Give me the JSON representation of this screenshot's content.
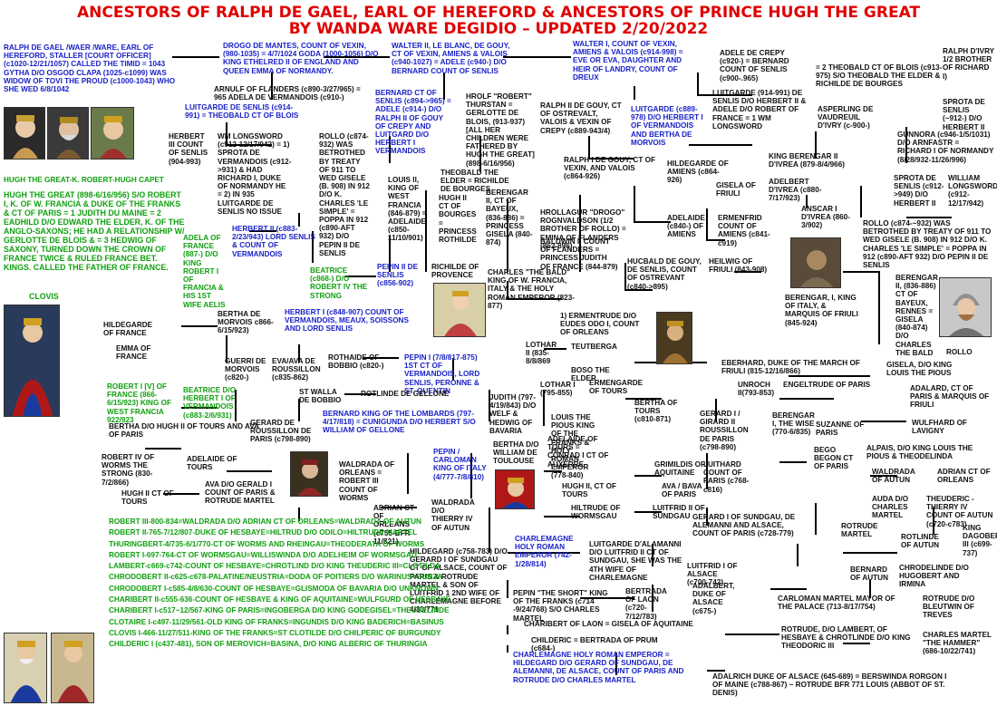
{
  "title": {
    "line1": "ANCESTORS OF RALPH DE GAEL, EARL OF HEREFORD & ANCESTORS OF PRINCE HUGH THE GREAT",
    "line2": "BY WANDA WARE DEGIDIO – UPDATED 2/20/2022"
  },
  "nodes": {
    "ralph_de_gael": "RALPH DE GAEL /WAER /WARE, EARL OF HEREFORD, STALLER [COURT OFFICER] (c1020-12/21/1057) CALLED THE TIMID = 1043 GYTHA D/O OSGOD CLAPA (1025-c1099) WAS WIDOW OF TOVI THE PROUD (c1000-1043) WHO SHE WED 6/8/1042",
    "drogo_de_mantes": "DROGO DE MANTES, COUNT OF VEXIN, (980-1035) = 4/7/1024 GODA (1000-1056) D/O KING ETHELRED II OF ENGLAND AND QUEEN EMMA OF NORMANDY.",
    "walter_ii": "WALTER II, LE BLANC, DE GOUY, CT OF VEXIN, AMIENS & VALOIS (c940-1027) = ADELE (c940-) D/O BERNARD COUNT OF SENLIS",
    "walter_i": "WALTER I, COUNT OF VEXIN, AMIENS & VALOIS (c914-998) = EVE OR EVA, DAUGHTER AND HEIR OF LANDRY, COUNT OF DREUX",
    "adele_de_crepy": "ADELE DE CREPY (c920-) = BERNARD COUNT OF SENLIS (c900-.965)",
    "ralph_divry": "RALPH D'IVRY 1/2 BROTHER OF RICHARD I)",
    "theobald_ct_blois": "= 2 THEOBALD CT OF BLOIS (c913-975) S/O THEOBALD THE ELDER & RICHILDE DE BOURGES",
    "arnulf_flanders": "ARNULF OF FLANDERS (c890-3/27/965) = 965 ADELA DE VERMANDOIS (c910-)",
    "luitgarde_senlis": "LUITGARDE DE SENLIS (c914-991) = THEOBALD CT OF BLOIS",
    "bernard_ct_senlis": "BERNARD CT OF SENLIS (c894->965) = ADELE (c914-) D/O RALPH II OF GOUY OF CREPY AND LUITGARD D/O HERBERT I VERMANDOIS",
    "hrolf_robert": "HROLF \"ROBERT\" THURSTAN = GERLOTTE DE BLOIS, (913-937) [ALL HER CHILDREN WERE FATHERED BY HUGH THE GREAT] (898-6/16/956)",
    "ralph_ii_gouy": "RALPH II DE GOUY, CT OF OSTREVALT, VALOIS & VEXIN OF CREPY (c889-943/4)",
    "luitgarde_889": "LUITGARDE (c889-978) D/O HERBERT I OF VERMANDOIS AND BERTHA DE MORVOIS",
    "luitgarde_914": "LUITGARDE (914-991) DE SENLIS D/O HERBERT II & ADELE D/O ROBERT OF FRANCE = 1 WM LONGSWORD",
    "asperling": "ASPERLING DE VAUDREUIL D'IVRY (c-900-)",
    "sprota_912": "SPROTA DE SENLIS (~912-) D/O HERBERT II",
    "herbert_iii": "HERBERT III COUNT OF SENLIS (904-993)",
    "wm_longsword": "WM LONGSWORD (c912-12/17/942) = 1) SPROTA DE VERMANDOIS (c912->931) & HAD RICHARD I, DUKE OF NORMANDY HE = 2) IN 935 LUITGARDE DE SENLIS NO ISSUE",
    "rollo_1": "ROLLO (c874-932) WAS BETROTHED BY TREATY OF 911 TO WED GISELE (B. 908) IN 912 D/O K. CHARLES 'LE SIMPLE' = POPPA IN 912 (c890-AFT 932) D/O PEPIN II DE SENLIS",
    "louis_ii": "LOUIS II, KING OF WEST FRANCIA (846-879) = ADELAIDE (c850-11/10/901)",
    "theobald_elder": "THEOBALD THE ELDER = RICHILDE DE BOURGES",
    "hugh_ct_bourges": "HUGH II CT OF BOURGES = PRINCESS ROTHILDE",
    "berengar_ii_bayeux": "BERENGAR II, CT OF BAYEUX, (836-886) = PRINCESS GISELA (840-874)",
    "ralph_i_gouy": "RALPH I DE GOUY, CT OF VEXIN, AND VALOIS (c864-926)",
    "hildegarde_amiens": "HILDEGARDE OF AMIENS (c864-926)",
    "gunnora": "GUNNORA (c946-1/5/1031) D/O ARNFASTR = RICHARD I OF NORMANDY (8/28/932-11/26/996)",
    "king_berengar_ii": "KING BERENGAR II D'IVREA (879-8/4/966)",
    "sprota_949": "SPROTA DE SENLIS (c912->949) D/O HERBERT II",
    "wm_longsword_2": "WILLIAM LONGSWORD (c912-12/17/942)",
    "gisela_friuli": "GISELA OF FRIULI",
    "adelbert_ivrea": "ADELBERT D'IVREA (c880-7/17/923)",
    "anscar": "ANSCAR I D'IVREA (860-3/902)",
    "rollo_2": "ROLLO (c874-~932) WAS BETROTHED BY TREATY OF 911 TO WED GISELE (B. 908) IN 912 D/O K. CHARLES 'LE SIMPLE' = POPPA IN 912 (c890-AFT 932) D/O PEPIN II DE SENLIS",
    "hrollaugr": "HROLLAGUR \"DROGO\" ROGNVALDSON (1/2 BROTHER OF ROLLO) = EMINA OF FLANDERS (862-896)",
    "adelaide_amiens": "ADELAIDE (c840-) OF AMIENS",
    "ermenfrid": "ERMENFRID COUNT OF AMIENS (c841-c919)",
    "hugh_great_caption": "HUGH THE GREAT-K. ROBERT-HUGH CAPET",
    "hugh_great_bio": "HUGH THE GREAT (898-6/16/956) S/O ROBERT I, K. OF W. FRANCIA & DUKE OF THE FRANKS & CT OF PARIS = 1 JUDITH DU MAINE = 2 EADHILD D/O EDWARD THE ELDER, K. OF THE ANGLO-SAXONS; HE HAD A RELATIONSHIP W/ GERLOTTE DE BLOIS & = 3 HEDWIG OF SAXONY, TURNED DOWN THE CROWN OF FRANCE TWICE & RULED FRANCE BET. KINGS. CALLED THE FATHER OF FRANCE.",
    "herbert_ii": "HERBERT II (c883-2/23/943) LORD SENLIS & COUNT OF VERMANDOIS",
    "adela_france": "ADELA OF FRANCE (887-) D/O KING ROBERT I OF FRANCIA & HIS 1ST WIFE AELIS",
    "baldwin_i": "BALDWIN I, COUNT OF FLANDERS = PRINCESS JUDITH OF FRANCE (844-879)",
    "richilde_provence": "RICHILDE OF PROVENCE",
    "charles_bald": "CHARLES \"THE BALD\" KING OF W. FRANCIA, ITALY & THE HOLY ROMAN EMPEROR (823-877)",
    "hucbald": "HUCBALD DE GOUY, DE SENLIS, COUNT OF OSTREVANT (c840->895)",
    "heilwig": "HEILWIG OF FRIULI (843-908)",
    "berengar_i": "BERENGAR, I, KING OF ITALY, & MARQUIS OF FRIULI (845-924)",
    "berengar_ii_b": "BERENGAR II, (836-886) CT OF BAYEUX, RENNES = GISELA (840-874) D/O CHARLES THE BALD",
    "clovis_label": "CLOVIS",
    "beatrice": "BEATRICE (c868-) D/O ROBERT IV THE STRONG",
    "pepin_ii_senlis": "PEPIN II DE SENLIS (c856-902)",
    "herbert_i": "HERBERT I (c848-907) COUNT OF VERMANDOIS, MEAUX, SOISSONS AND LORD SENLIS",
    "ermentrude": "1) ERMENTRUDE D/O EUDES ODO I, COUNT OF ORLEANS",
    "rollo_label": "ROLLO",
    "hildegarde_france": "HILDEGARDE OF FRANCE",
    "bertha_morvois": "BERTHA DE MORVOIS c866-6/15/923)",
    "emma_france": "EMMA OF FRANCE",
    "robert_i_france": "ROBERT I [V] OF FRANCE (866-6/15/923) KING OF WEST FRANCIA 922/923",
    "guerri": "GUERRI DE MORVOIS (c820-)",
    "eva_roussillon": "EVA/AVA DE ROUSSILLON (c835-862)",
    "rothaide": "ROTHAIDE OF BOBBIO (c820-)",
    "pepin_i": "PEPIN I (7/8/817-875) 1ST CT OF VERMANDOIS, LORD SENLIS, PERONNE & ST. QUENTIN",
    "lothar_ii": "LOTHAR II (835-8/8/869",
    "teutberga": "TEUTBERGA",
    "boso": "BOSO THE ELDER",
    "eberhard": "EBERHARD, DUKE OF THE MARCH OF FRIULI (815-12/16/866)",
    "gisela_louis": "GISELA, D/O KING LOUIS THE PIOUS",
    "beatrice_herbert": "BEATRICE D/O HERBERT I OF VERMANDOIS (c883-2/6/931)",
    "st_walla": "ST WALLA DE BOBBIO",
    "rotlinde_gellone": "ROTLINDE DE GELLONE",
    "lothar_i": "LOTHAR I (795-855)",
    "ermengarde_tours": "ERMENGARDE OF TOURS",
    "unroch": "UNROCH II(793-853)",
    "engeltrude": "ENGELTRUDE OF PARIS",
    "adalard": "ADALARD, CT OF PARIS & MARQUIS OF FRIULI",
    "bertha_hugh_ii": "BERTHA D/O HUGH II OF TOURS AND AVA OF PARIS",
    "gerard_roussillon": "GERARD DE ROUSSILLON DE PARIS (c798-890)",
    "bernard_lombards": "BERNARD KING OF THE LOMBARDS (797-4/17/818) = CUNIGUNDA D/O HERBERT S/O WILLIAM OF GELLONE",
    "judith": "JUDITH (797-4/19/843) D/O WELF & HEDWIG OF BAVARIA",
    "louis_pious": "LOUIS THE PIOUS KING OF THE FRANKS & HOLY ROMAN EMPEROR (778-840)",
    "bertha_tours": "BERTHA OF TOURS (c810-871)",
    "gerard_ii": "GERARD I / GIRARD II ROUSSILLON DE PARIS (c798-890)",
    "berengar_wise": "BERENGAR I, THE WISE (770-6/835)",
    "suzanne": "SUZANNE OF PARIS",
    "wulfhard": "WULFHARD OF LAVIGNY",
    "robert_iv": "ROBERT IV OF WORMS THE STRONG (830-7/2/866)",
    "adelaide_tours": "ADELAIDE OF TOURS",
    "waldrada_orleans": "WALDRADA OF ORLEANS = ROBERT III COUNT OF WORMS",
    "pepin_carloman": "PEPIN / CARLOMAN KING OF ITALY (4/777-7/8/810)",
    "bertha_toulouse": "BERTHA D/O WILLIAM DE TOULOUSE",
    "adelaide_tours_2": "ADELAIDE OF TOURS = CONRAD I CT OF AUXERRE",
    "grimildis": "GRIMILDIS OF AQUITAINE",
    "luithard": "LUITHARD COUNT OF PARIS (c768-c816)",
    "bego": "BEGO BEGON CT OF PARIS",
    "alpais": "ALPAIS, D/O KING LOUIS THE PIOUS & THEODELINDA",
    "waldrada_autun": "WALDRADA OF AUTUN",
    "adrian_orleans": "ADRIAN CT OF ORLEANS",
    "hugh_ii_tours": "HUGH II CT OF TOURS",
    "ava_gerald": "AVA D/O GERALD I COUNT OF PARIS & ROTRUDE MARTEL",
    "adrian_orleans_2": "ADRIAN CT OF ORLEANS (c755-BFR 11/821)",
    "waldrada_thierry": "WALDRADA D/O THIERRY IV OF AUTUN",
    "hugh_ii_tours_2": "HUGH II, CT OF TOURS",
    "ava_bava": "AVA / BAVA OF PARIS",
    "auda": "AUDA D/O CHARLES MARTEL",
    "theuderic": "THEUDERIC - THIERRY IV COUNT OF AUTUN (c720-c783)",
    "hiltrude": "HILTRUDE OF WORMSGAU",
    "luitfrid_ii": "LUITFRID II OF SUNDGAU",
    "gerard_sundgau": "GERARD I OF SUNDGAU, DE ALEMANNI AND ALSACE, COUNT OF PARIS (c728-779)",
    "rotrude": "ROTRUDE MARTEL",
    "rotlinde_autun": "ROTLINDE OF AUTUN",
    "king_dagobert": "KING DAGOBERT III (c699-737)",
    "charlemagne": "CHARLEMAGNE HOLY ROMAN EMPEROR (742-1/28/814)",
    "luitgarde_alamanni": "LUITGARDE D'ALAMANNI D/O LUITFRID II CT OF SUNDGAU, SHE WAS THE 4TH WIFE OF CHARLEMAGNE",
    "hildegard": "HILDEGARD (c758-783) D/O GERARD I OF SUNDGAU CT OF ALSACE, COUNT OF PARIS & ROTRUDE MARTEL & SON OF LUITFRID 1 2ND WIFE OF CHARLEMAGNE BEFORE 4/30/771",
    "luitfrid_i": "LUITFRID I OF ALSACE (c700-742)",
    "bernard_autun": "BERNARD OF AUTUN",
    "chrodelinde": "CHRODELINDE D/O HUGOBERT AND IRMINA",
    "pepin_short": "PEPIN \"THE SHORT\" KING OF THE FRANKS (c714 -9/24/768) S/O CHARLES MARTEL",
    "bertrada_laon": "BERTRADA OF LAON (c720-7/12/783)",
    "adalbert": "ADALBERT, DUKE OF ALSACE (c675-)",
    "carloman": "CARLOMAN MARTEL MAYOR OF THE PALACE (713-8/17/754)",
    "rotrude_bleutwin": "ROTRUDE D/O BLEUTWIN OF TREVES",
    "charibert_laon": "CHARIBERT OF LAON = GISELA OF AQUITAINE",
    "rotrude_lambert": "ROTRUDE, D/O LAMBERT, OF HESBAYE & CHROTLINDE D/O KING THEODORIC III",
    "charles_martel": "CHARLES MARTEL \"THE HAMMER\" (686-10/22/741)",
    "childeric_prum": "CHILDERIC = BERTRADA OF PRUM (c684-)",
    "charlemagne_2": "CHARLEMAGNE HOLY ROMAN EMPEROR = HILDEGARD D/O GERARD OF SUNDGAU, DE ALEMANNI, DE ALSACE, COUNT OF PARIS AND ROTRUDE D/O CHARLES MARTEL",
    "adalrich": "ADALRICH DUKE OF ALSACE (645-689) = BERSWINDA RORGON I OF MAINE (c788-867) ~ ROTRUDE BFR 771 LOUIS (ABBOT OF ST. DENIS)"
  },
  "green_list": [
    "ROBERT III-800-834=WALDRADA D/O ADRIAN CT OF ORLEANS=WALDRADA OF AUTUN",
    "ROBERT II-765-7/12/807-DUKE OF HESBAYE=HILTRUD D/O ODILO=HILTRUDE MARTEL",
    "THURINGBERT-4/735-6/1/770-CT OF WORMS AND RHEINGAU=THEODERATA OF WORMS",
    "ROBERT I-697-764-CT OF WORMSGAU=WILLISWINDA D/O ADELHEIM OF WORMSGAU",
    "LAMBERT-c669-c742-COUNT OF HESBAYE=CHROTLIND D/O KING THEUDERIC III=CLOTILDA",
    "CHRODOBERT II-c625-c678-PALATINE/NEUSTRIA=DODA OF POITIERS D/O WARINUS=GUNZA",
    "CHRODOBERT I-c585-4/8/630-COUNT OF HESBAYE=GLISMODA OF BAVARIA D/O UNKNOWN",
    "CHARIBERT II-c555-636-COUNT OF HESBAYE & KING OF AQUITAINE=WULFGURD OF HESBAYE",
    "CHARIBERT I-c517~12/567-KING OF PARIS=INGOBERGA D/O KING GODEGISEL=THEUDELINDE",
    "CLOTAIRE I-c497-11/29/561-OLD KING OF FRANKS=INGUNDIS D/O KING BADERICH=BASINUS",
    "CLOVIS I-466-11/27/511-KING OF THE FRANKS=ST CLOTILDE D/O CHILPERIC OF BURGUNDY",
    "CHILDERIC I (c437-481), SON OF MEROVICH=BASINA, D/O KING ALBERIC OF THURINGIA"
  ],
  "portraits": [
    "hugh-great-portrait-1",
    "hugh-great-portrait-2",
    "hugh-great-portrait-3",
    "clovis-portrait",
    "charles-bald-portrait",
    "berengar-portrait",
    "rollo-portrait",
    "gerard-portrait",
    "lothar-portrait",
    "pepin-portrait",
    "charlemagne-portrait",
    "bertrada-portrait",
    "louis-pious-portrait"
  ],
  "colors": {
    "title": "#e00000",
    "blue_text": "#1a22c8",
    "green_text": "#10a010",
    "black_text": "#111111"
  }
}
